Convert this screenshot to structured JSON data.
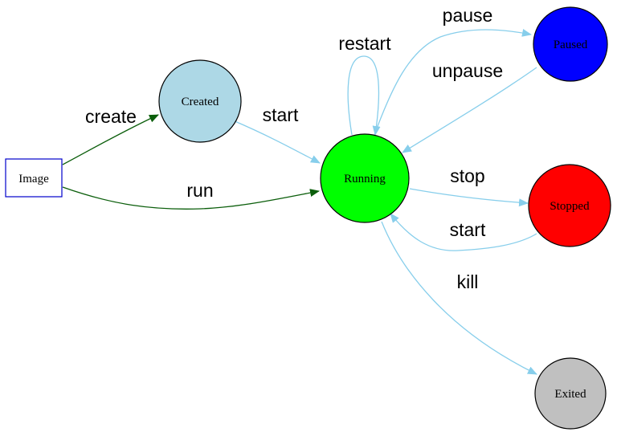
{
  "colors": {
    "docker_edge": "#0b5e0b",
    "lifecycle_edge": "#87ceeb",
    "image_border": "#0000cc",
    "created_fill": "#add8e6",
    "running_fill": "#00ff00",
    "paused_fill": "#0000ff",
    "stopped_fill": "#ff0000",
    "exited_fill": "#c0c0c0",
    "node_stroke": "#000000"
  },
  "nodes": {
    "image": {
      "label": "Image",
      "shape": "box"
    },
    "created": {
      "label": "Created",
      "shape": "circle"
    },
    "running": {
      "label": "Running",
      "shape": "circle"
    },
    "paused": {
      "label": "Paused",
      "shape": "circle"
    },
    "stopped": {
      "label": "Stopped",
      "shape": "circle"
    },
    "exited": {
      "label": "Exited",
      "shape": "circle"
    }
  },
  "edges": [
    {
      "id": "create",
      "from": "Image",
      "to": "Created",
      "label": "create"
    },
    {
      "id": "run",
      "from": "Image",
      "to": "Running",
      "label": "run"
    },
    {
      "id": "start-created",
      "from": "Created",
      "to": "Running",
      "label": "start"
    },
    {
      "id": "restart",
      "from": "Running",
      "to": "Running",
      "label": "restart"
    },
    {
      "id": "pause",
      "from": "Running",
      "to": "Paused",
      "label": "pause"
    },
    {
      "id": "unpause",
      "from": "Paused",
      "to": "Running",
      "label": "unpause"
    },
    {
      "id": "stop",
      "from": "Running",
      "to": "Stopped",
      "label": "stop"
    },
    {
      "id": "start-stopped",
      "from": "Stopped",
      "to": "Running",
      "label": "start"
    },
    {
      "id": "kill",
      "from": "Running",
      "to": "Exited",
      "label": "kill"
    }
  ]
}
